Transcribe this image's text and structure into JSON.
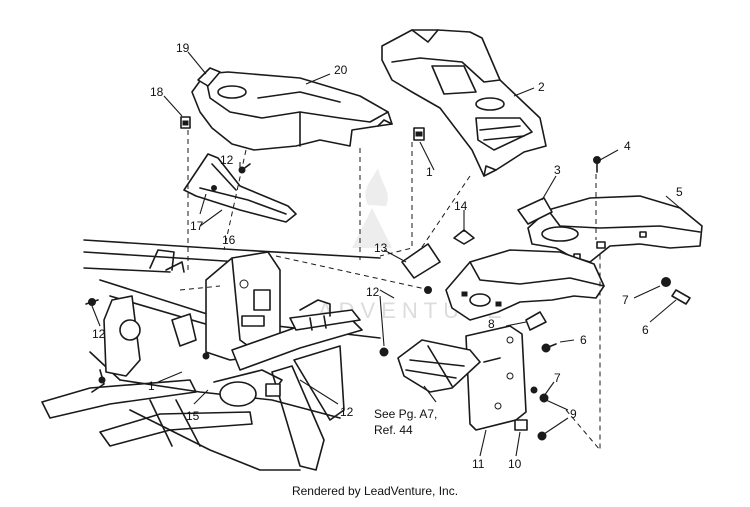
{
  "callouts": {
    "c1a": "1",
    "c1b": "1",
    "c2": "2",
    "c3": "3",
    "c4": "4",
    "c5": "5",
    "c6a": "6",
    "c6b": "6",
    "c7a": "7",
    "c7b": "7",
    "c8": "8",
    "c9": "9",
    "c10": "10",
    "c11": "11",
    "c12a": "12",
    "c12b": "12",
    "c12c": "12",
    "c12d": "12",
    "c13": "13",
    "c14": "14",
    "c15": "15",
    "c16": "16",
    "c17": "17",
    "c18": "18",
    "c19": "19",
    "c20": "20"
  },
  "reference_note": {
    "line1": "See Pg. A7,",
    "line2": "Ref. 44"
  },
  "watermark": "ADVENTURE",
  "footer": "Rendered by LeadVenture, Inc."
}
